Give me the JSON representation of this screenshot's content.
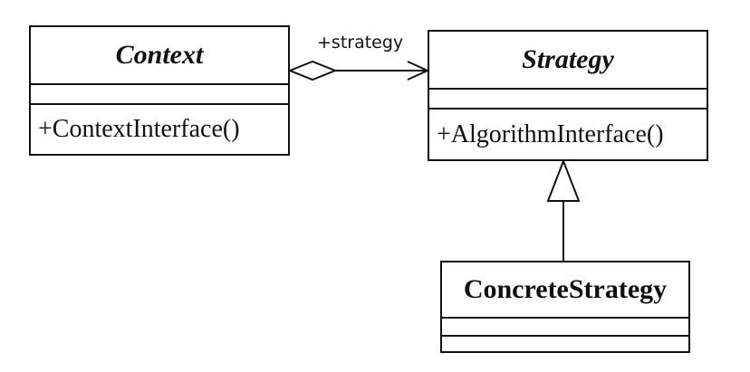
{
  "classes": {
    "context": {
      "name": "Context",
      "operation": "+ContextInterface()"
    },
    "strategy": {
      "name": "Strategy",
      "operation": "+AlgorithmInterface()"
    },
    "concrete_strategy": {
      "name": "ConcreteStrategy",
      "operation": ""
    }
  },
  "relations": {
    "aggregation": {
      "from": "Context",
      "to": "Strategy",
      "role_label": "+strategy"
    },
    "generalization": {
      "from": "ConcreteStrategy",
      "to": "Strategy"
    }
  }
}
